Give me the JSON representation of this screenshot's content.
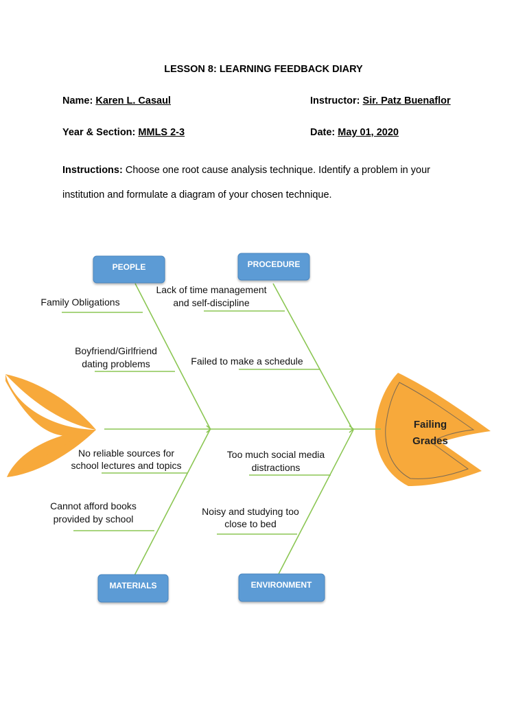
{
  "doc": {
    "title": "LESSON 8: LEARNING FEEDBACK DIARY",
    "name_label": "Name:",
    "name_value": "Karen L. Casaul",
    "instructor_label": "Instructor:",
    "instructor_value": "Sir. Patz Buenaflor",
    "section_label": "Year & Section:",
    "section_value": "MMLS 2-3",
    "date_label": "Date:",
    "date_value": "May 01, 2020",
    "instructions_label": "Instructions:",
    "instructions_text": "Choose one root cause analysis technique. Identify a problem in your institution and formulate a diagram of your chosen technique."
  },
  "diagram": {
    "head_line1": "Failing",
    "head_line2": "Grades",
    "categories": {
      "people": "PEOPLE",
      "procedure": "PROCEDURE",
      "materials": "MATERIALS",
      "environment": "ENVIRONMENT"
    },
    "causes": {
      "people_1": "Family Obligations",
      "people_2_line1": "Boyfriend/Girlfriend",
      "people_2_line2": "dating problems",
      "procedure_1_line1": "Lack of time management",
      "procedure_1_line2": "and self-discipline",
      "procedure_2": "Failed to make a schedule",
      "materials_1_line1": "No reliable sources for",
      "materials_1_line2": "school lectures and topics",
      "materials_2_line1": "Cannot afford books",
      "materials_2_line2": "provided by school",
      "environment_1_line1": "Too much social media",
      "environment_1_line2": "distractions",
      "environment_2_line1": "Noisy and studying too",
      "environment_2_line2": "close to bed"
    },
    "colors": {
      "bone": "#8bc653",
      "box": "#5b9bd5",
      "fish": "#f7a93b"
    }
  }
}
